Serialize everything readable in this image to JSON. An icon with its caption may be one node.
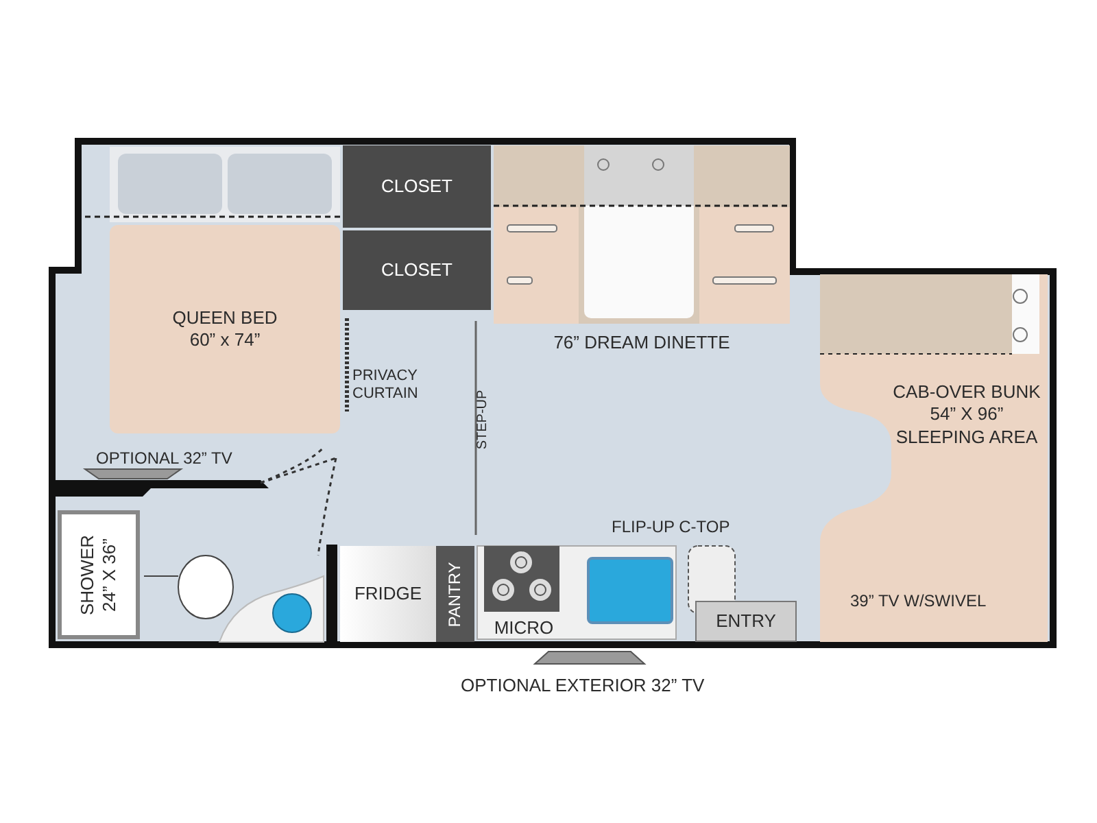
{
  "diagram": {
    "nodes": [
      {
        "text": [
          "CLOSET"
        ]
      },
      {
        "text": [
          "CLOSET"
        ]
      },
      {
        "text": [
          "QUEEN BED",
          "60” x 74”"
        ]
      },
      {
        "text": [],
        "shape": "box",
        "beside": [
          "76” DREAM DINETTE"
        ]
      },
      {
        "text": [
          "CAB-OVER BUNK 54” X 96” SLEEPING AREA"
        ]
      },
      {
        "text": [
          "SHOWER",
          "24” X 36”"
        ]
      },
      {
        "text": [
          "FRIDGE"
        ]
      },
      {
        "text": [
          "PANTRY"
        ]
      },
      {
        "text": [
          "MICRO"
        ]
      },
      {
        "text": [
          "ENTRY"
        ]
      }
    ],
    "labels": [
      "PRIVACY CURTAIN",
      "STEP-UP",
      "OPTIONAL 32” TV",
      "FLIP-UP C-TOP",
      "39” TV W/SWIVEL",
      "OPTIONAL EXTERIOR 32” TV"
    ]
  }
}
